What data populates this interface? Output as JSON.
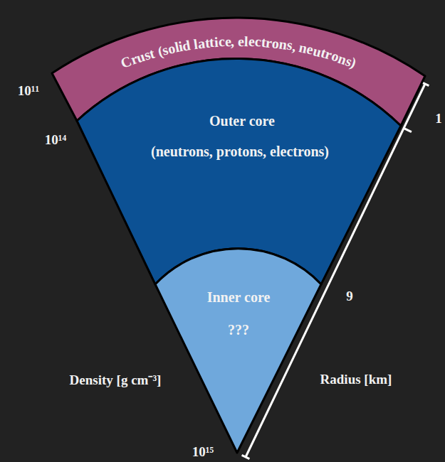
{
  "diagram": {
    "nodes": [
      {
        "text": [
          "Crust (solid lattice, electrons, neutrons)"
        ]
      },
      {
        "text": [
          "Outer core",
          "(neutrons, protons, electrons)"
        ]
      },
      {
        "text": [
          "Inner core",
          "???"
        ]
      }
    ],
    "labels": [
      "10¹¹",
      "10¹⁴",
      "10¹⁵",
      "Density [g cm⁻³]",
      "1",
      "9",
      "Radius [km]"
    ]
  }
}
